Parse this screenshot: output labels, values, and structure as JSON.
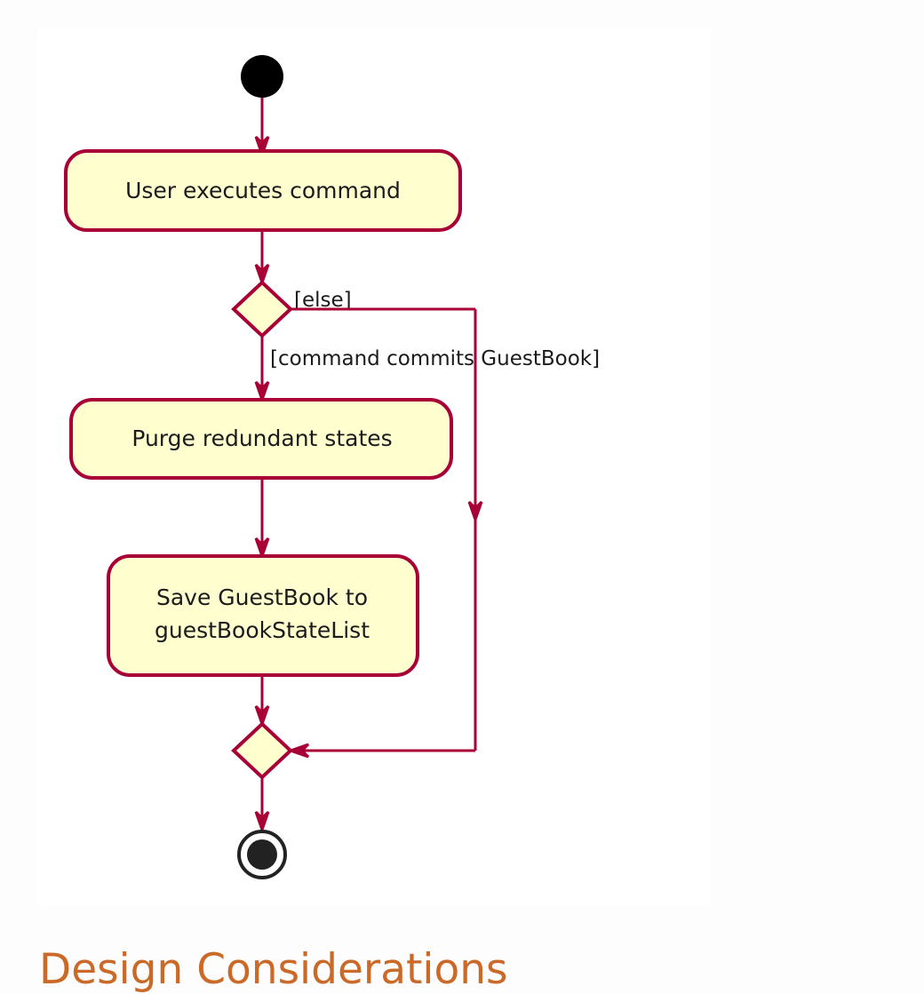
{
  "page": {
    "background_color": "#fdfdfd",
    "heading": "Design Considerations",
    "heading_color": "#cb6a28"
  },
  "diagram": {
    "type": "uml-activity-diagram",
    "canvas_background": "#ffffff",
    "node_fill": "#fefece",
    "node_border": "#a80036",
    "arrow_color": "#a80036",
    "text_color": "#1b1b1b",
    "start_node": "start-node",
    "end_node": "end-node",
    "activities": [
      {
        "id": "activity-user-executes-command",
        "label": "User executes command"
      },
      {
        "id": "activity-purge-redundant-states",
        "label": "Purge redundant states"
      },
      {
        "id": "activity-save-guestbook",
        "line1": "Save GuestBook to",
        "line2": "guestBookStateList"
      }
    ],
    "decision": {
      "id": "decision-command-commits",
      "guard_else": "[else]",
      "guard_true": "[command commits GuestBook]"
    },
    "merge": {
      "id": "merge-node"
    },
    "flow": [
      "start-node -> User executes command",
      "User executes command -> decision",
      "decision [command commits GuestBook] -> Purge redundant states",
      "Purge redundant states -> Save GuestBook to guestBookStateList",
      "Save GuestBook to guestBookStateList -> merge",
      "decision [else] -> merge",
      "merge -> end-node"
    ]
  }
}
